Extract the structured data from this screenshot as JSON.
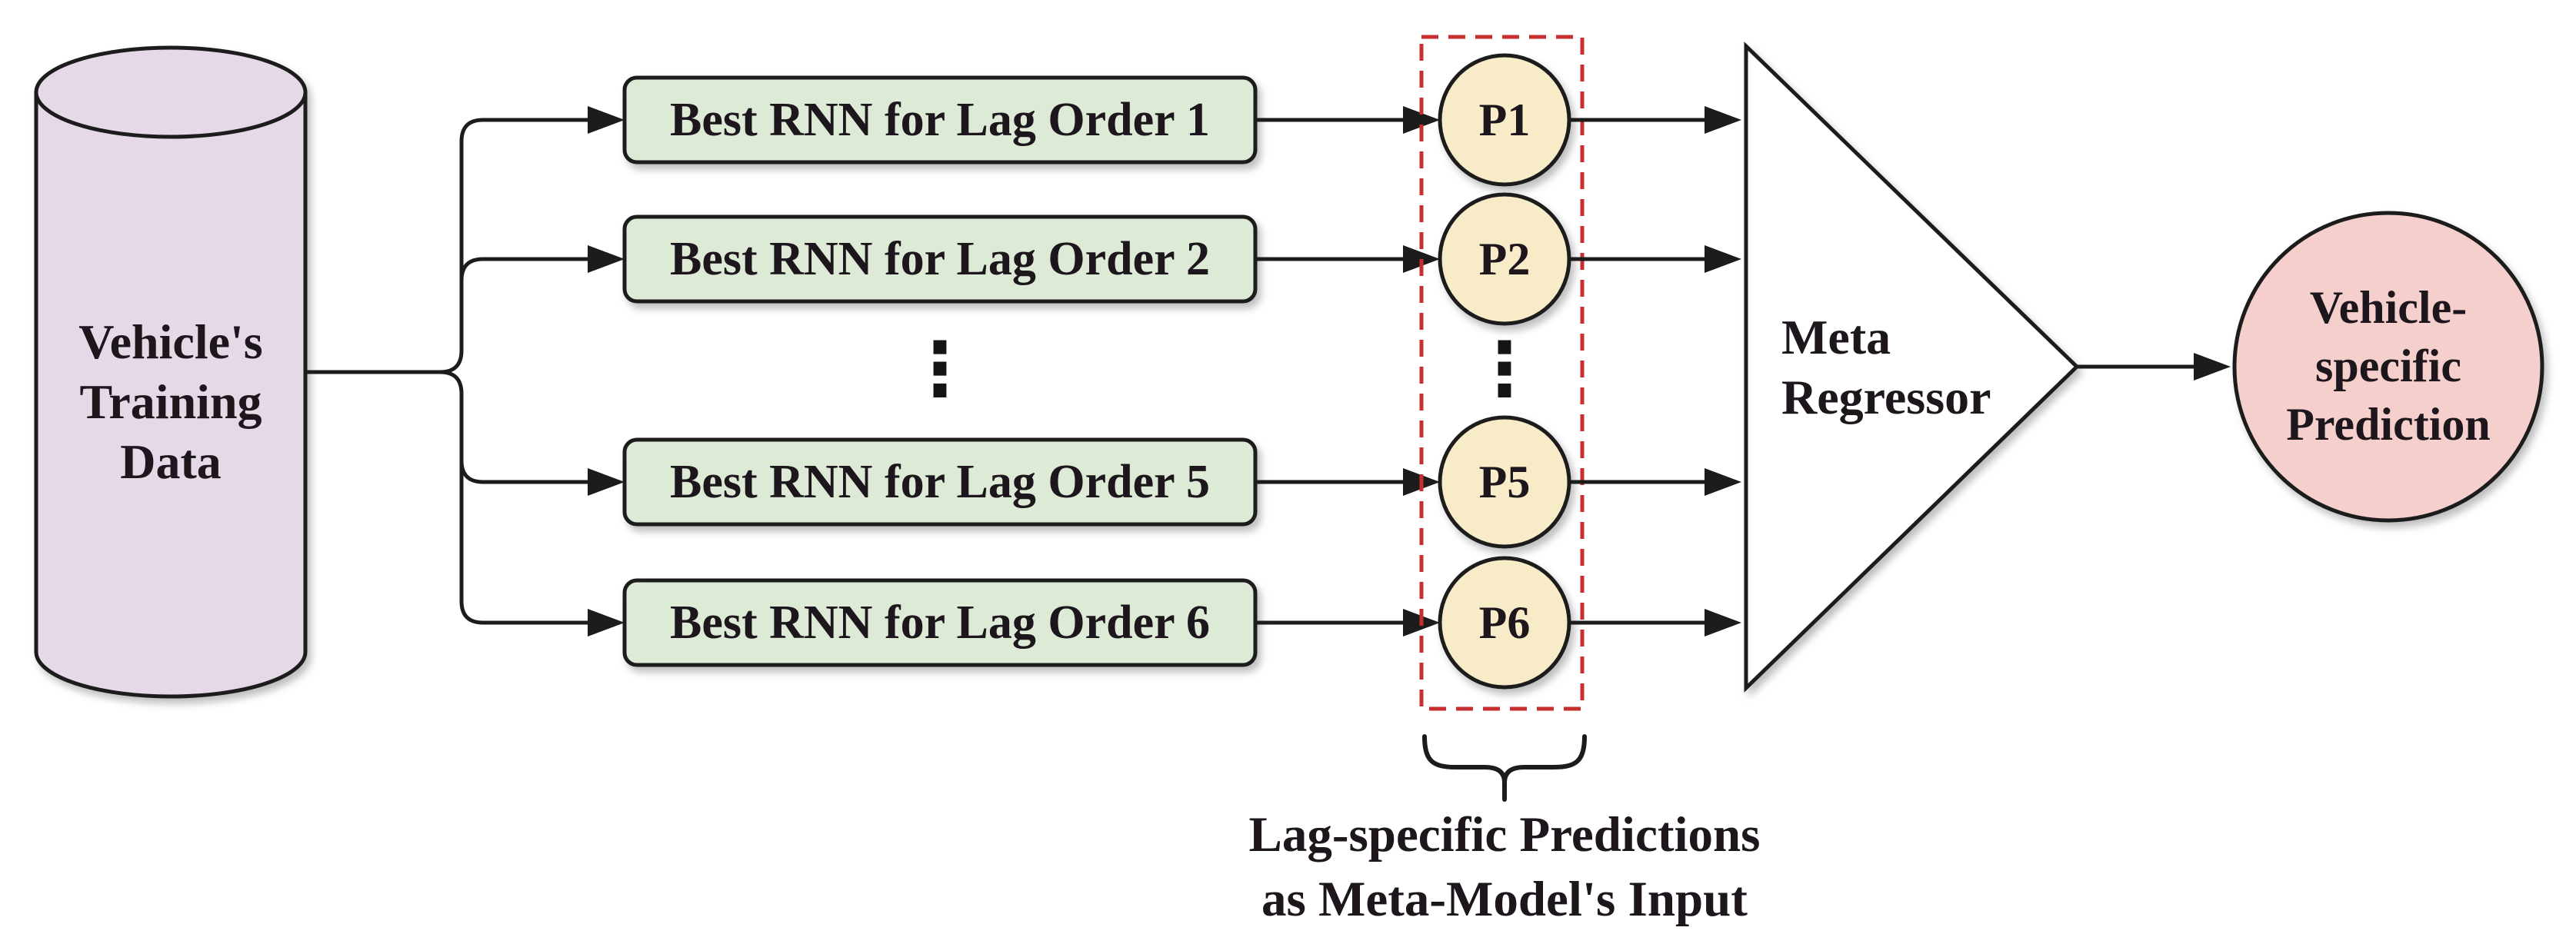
{
  "diagram": {
    "cylinder": {
      "label": "Vehicle's\nTraining\nData"
    },
    "rnn_boxes": [
      {
        "label": "Best RNN for Lag Order 1"
      },
      {
        "label": "Best RNN for Lag Order 2"
      },
      {
        "label": "Best RNN for Lag Order 5"
      },
      {
        "label": "Best RNN for Lag Order 6"
      }
    ],
    "ellipsis": "⋮",
    "predictions": [
      {
        "label": "P1"
      },
      {
        "label": "P2"
      },
      {
        "label": "P5"
      },
      {
        "label": "P6"
      }
    ],
    "meta_regressor": {
      "label": "Meta\nRegressor"
    },
    "output": {
      "label": "Vehicle-\nspecific\nPrediction"
    },
    "caption": "Lag-specific Predictions\nas Meta-Model's Input",
    "colors": {
      "cylinder_fill": "#e5d9e8",
      "box_fill": "#dcead6",
      "prediction_fill": "#f8ebc7",
      "output_fill": "#f5cfcb",
      "dashed_border": "#c72f2f",
      "line": "#1c1c1c"
    }
  }
}
